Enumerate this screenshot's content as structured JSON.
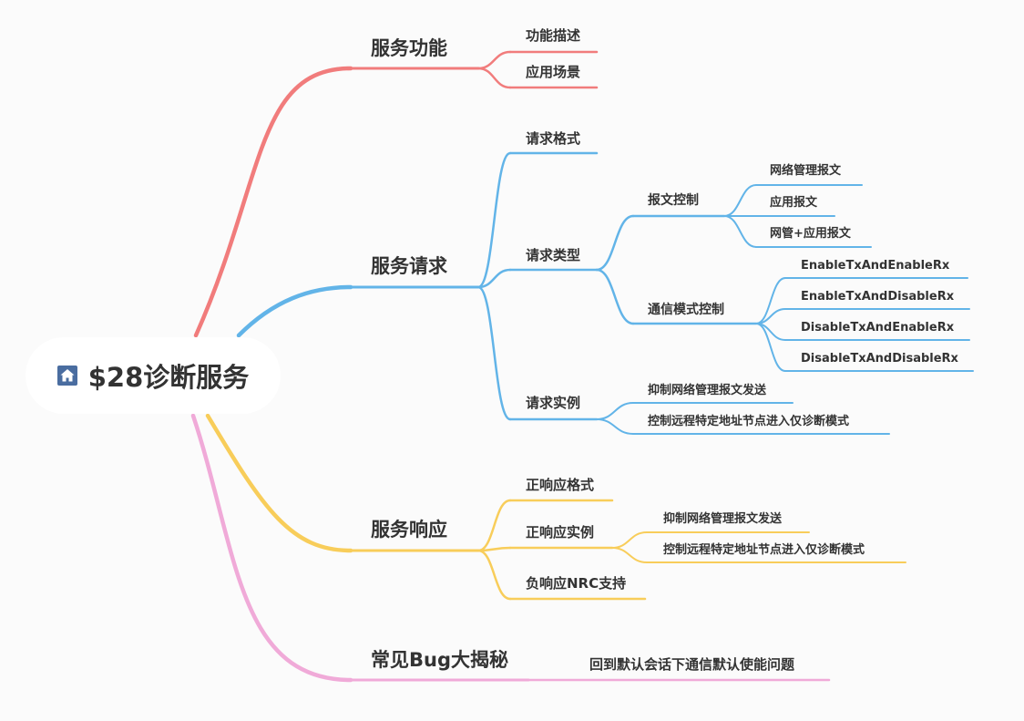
{
  "root": {
    "label": "$28诊断服务",
    "icon": "home-icon"
  },
  "colors": {
    "function": "#f17c7c",
    "request": "#62b4e8",
    "response": "#f8cd5a",
    "bugs": "#f0aad8"
  },
  "branches": {
    "function": {
      "label": "服务功能",
      "children": [
        "功能描述",
        "应用场景"
      ]
    },
    "request": {
      "label": "服务请求",
      "format": "请求格式",
      "types": {
        "label": "请求类型",
        "msg_control": {
          "label": "报文控制",
          "children": [
            "网络管理报文",
            "应用报文",
            "网管+应用报文"
          ]
        },
        "comm_mode": {
          "label": "通信模式控制",
          "children": [
            "EnableTxAndEnableRx",
            "EnableTxAndDisableRx",
            "DisableTxAndEnableRx",
            "DisableTxAndDisableRx"
          ]
        }
      },
      "examples": {
        "label": "请求实例",
        "children": [
          "抑制网络管理报文发送",
          "控制远程特定地址节点进入仅诊断模式"
        ]
      }
    },
    "response": {
      "label": "服务响应",
      "positive_format": "正响应格式",
      "positive_examples": {
        "label": "正响应实例",
        "children": [
          "抑制网络管理报文发送",
          "控制远程特定地址节点进入仅诊断模式"
        ]
      },
      "negative": "负响应NRC支持"
    },
    "bugs": {
      "label": "常见Bug大揭秘",
      "children": [
        "回到默认会话下通信默认使能问题"
      ]
    }
  }
}
